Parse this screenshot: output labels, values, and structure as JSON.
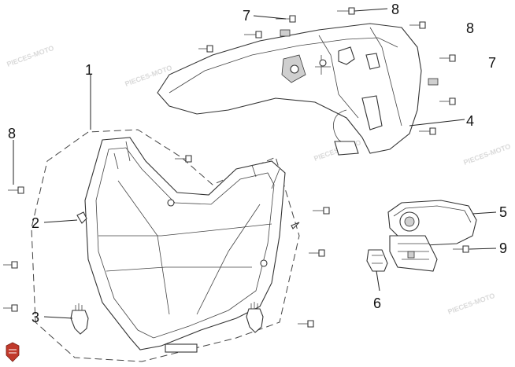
{
  "callouts": [
    {
      "id": "c1",
      "label": "1"
    },
    {
      "id": "c2",
      "label": "2"
    },
    {
      "id": "c3",
      "label": "3"
    },
    {
      "id": "c4",
      "label": "4"
    },
    {
      "id": "c5",
      "label": "5"
    },
    {
      "id": "c6",
      "label": "6"
    },
    {
      "id": "c7a",
      "label": "7"
    },
    {
      "id": "c7b",
      "label": "7"
    },
    {
      "id": "c8a",
      "label": "8"
    },
    {
      "id": "c8b",
      "label": "8"
    },
    {
      "id": "c8c",
      "label": "8"
    },
    {
      "id": "c9",
      "label": "9"
    }
  ],
  "watermark": "PIECES-MOTO",
  "colors": {
    "line": "#222222",
    "shade": "#cfcfcf",
    "logo": "#c0392b"
  }
}
